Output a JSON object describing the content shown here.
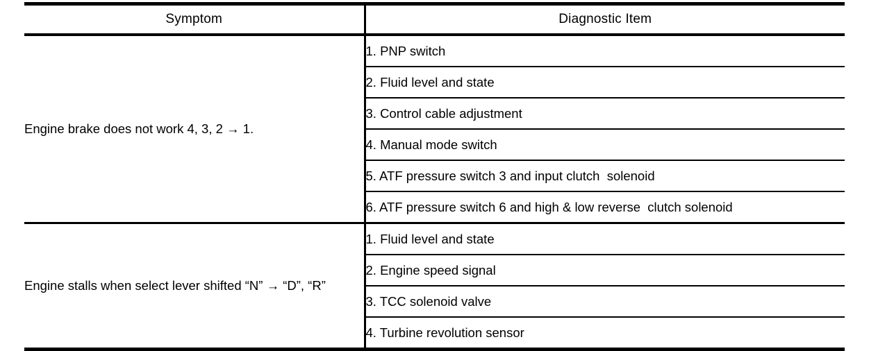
{
  "table": {
    "columns": [
      {
        "key": "symptom",
        "label": "Symptom"
      },
      {
        "key": "diagnostic_item",
        "label": "Diagnostic Item"
      }
    ],
    "groups": [
      {
        "symptom": "Engine brake does not work 4, 3, 2 → 1.",
        "items": [
          "1. PNP switch",
          "2. Fluid level and state",
          "3. Control cable adjustment",
          "4. Manual mode switch",
          "5. ATF pressure switch 3 and input clutch  solenoid",
          "6. ATF pressure switch 6 and high & low reverse  clutch solenoid"
        ]
      },
      {
        "symptom": "Engine stalls when select lever shifted “N” → “D”, “R”",
        "items": [
          "1. Fluid level and state",
          "2. Engine speed signal",
          "3. TCC solenoid valve",
          "4. Turbine revolution sensor"
        ]
      }
    ]
  },
  "style": {
    "text_color": "#000000",
    "background_color": "#ffffff",
    "rule_color": "#000000"
  }
}
